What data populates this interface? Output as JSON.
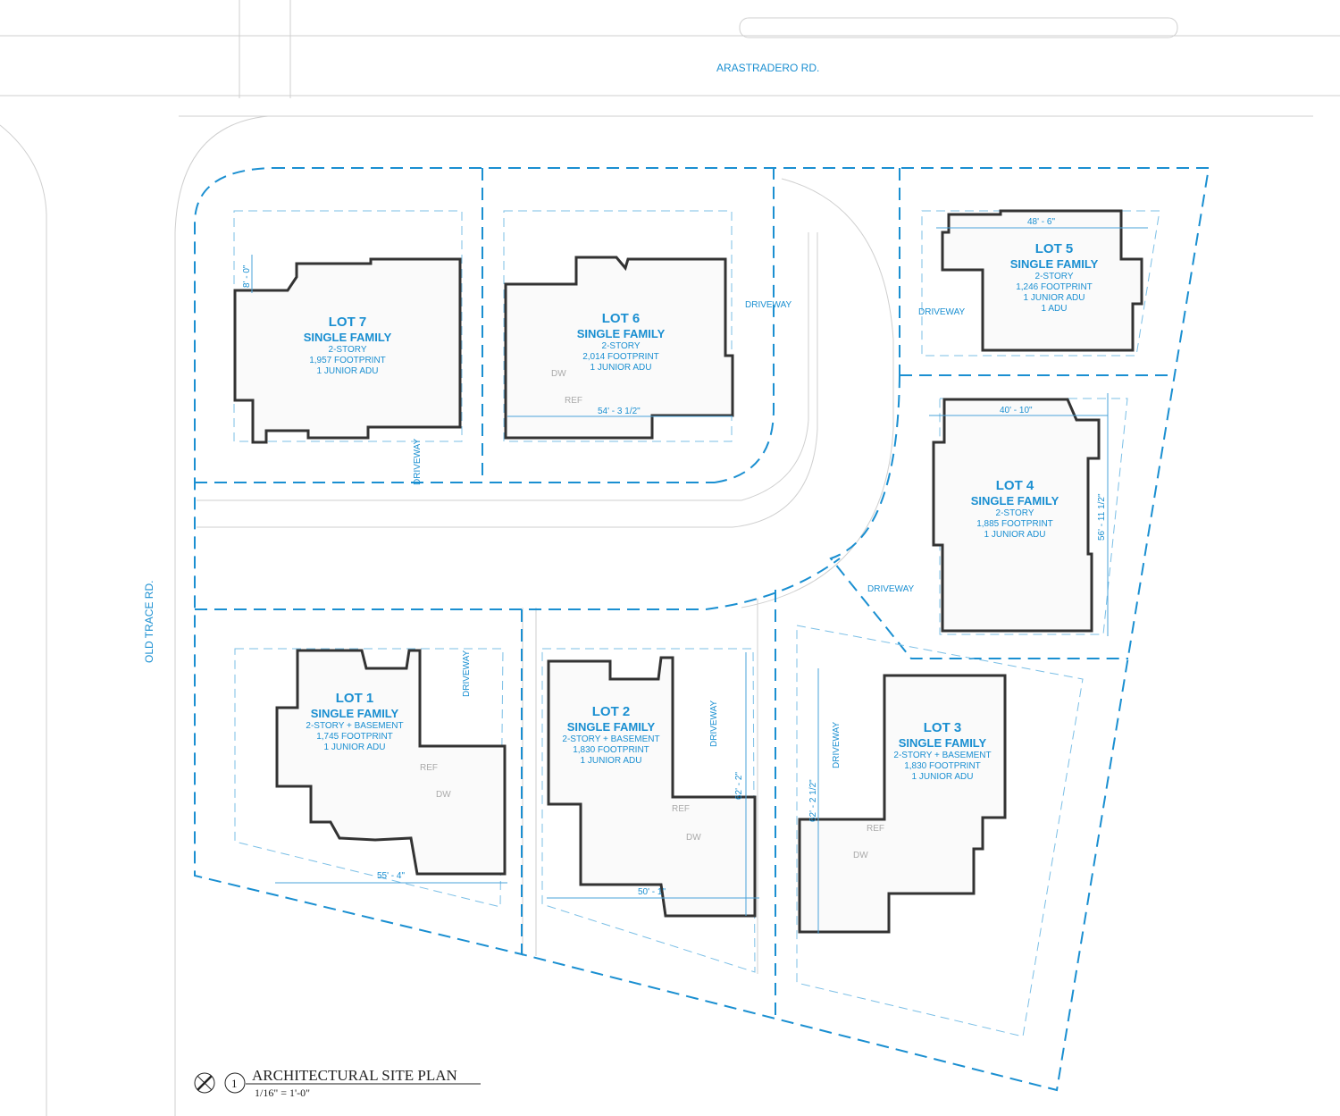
{
  "streets": {
    "north": "ARASTRADERO RD.",
    "west": "OLD TRACE RD."
  },
  "lots": [
    {
      "id": "lot7",
      "title": "LOT 7",
      "type": "SINGLE FAMILY",
      "lines": [
        "2-STORY",
        "1,957 FOOTPRINT",
        "1 JUNIOR ADU"
      ],
      "dims": [
        "8' - 0\""
      ]
    },
    {
      "id": "lot6",
      "title": "LOT 6",
      "type": "SINGLE FAMILY",
      "lines": [
        "2-STORY",
        "2,014 FOOTPRINT",
        "1 JUNIOR ADU"
      ],
      "dims": [
        "54' - 3 1/2\""
      ]
    },
    {
      "id": "lot5",
      "title": "LOT 5",
      "type": "SINGLE FAMILY",
      "lines": [
        "2-STORY",
        "1,246 FOOTPRINT",
        "1 JUNIOR ADU",
        "1 ADU"
      ],
      "dims": [
        "48' - 6\""
      ]
    },
    {
      "id": "lot4",
      "title": "LOT 4",
      "type": "SINGLE FAMILY",
      "lines": [
        "2-STORY",
        "1,885 FOOTPRINT",
        "1 JUNIOR ADU"
      ],
      "dims": [
        "40' - 10\"",
        "56' - 11 1/2\""
      ]
    },
    {
      "id": "lot1",
      "title": "LOT 1",
      "type": "SINGLE FAMILY",
      "lines": [
        "2-STORY + BASEMENT",
        "1,745 FOOTPRINT",
        "1 JUNIOR ADU"
      ],
      "dims": [
        "55' - 4\""
      ]
    },
    {
      "id": "lot2",
      "title": "LOT 2",
      "type": "SINGLE FAMILY",
      "lines": [
        "2-STORY + BASEMENT",
        "1,830 FOOTPRINT",
        "1 JUNIOR ADU"
      ],
      "dims": [
        "50' - 1\"",
        "62' - 2\""
      ]
    },
    {
      "id": "lot3",
      "title": "LOT 3",
      "type": "SINGLE FAMILY",
      "lines": [
        "2-STORY + BASEMENT",
        "1,830 FOOTPRINT",
        "1 JUNIOR ADU"
      ],
      "dims": [
        "62' - 2 1/2\""
      ]
    }
  ],
  "driveway_label": "DRIVEWAY",
  "appliance_labels": {
    "dw": "DW",
    "ref": "REF"
  },
  "title_block": {
    "number": "1",
    "title": "ARCHITECTURAL SITE PLAN",
    "scale": "1/16\" = 1'-0\""
  },
  "colors": {
    "boundary": "#1a8fd1",
    "wall": "#333333",
    "faint": "#c8c8c8"
  }
}
